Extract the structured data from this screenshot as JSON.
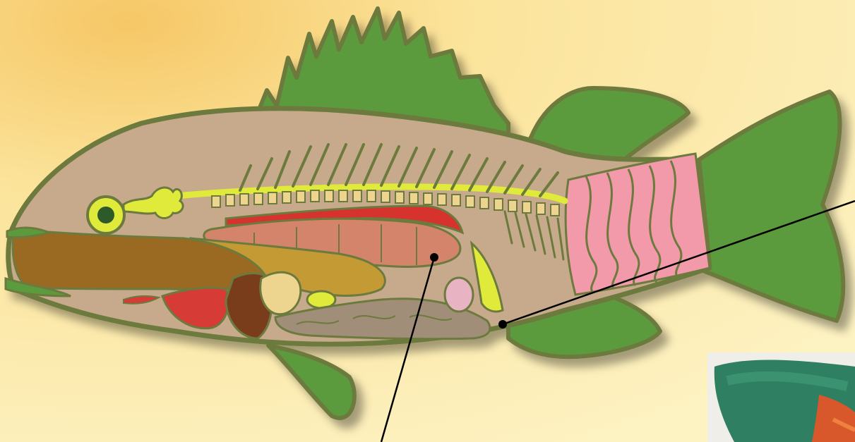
{
  "diagram": {
    "subject": "fish-internal-anatomy",
    "labels": [],
    "colors": {
      "background_light": "#fdf1b8",
      "background_warm": "#f7cf6e",
      "outline": "#6d7a3e",
      "fins": "#5a9a3c",
      "body": "#c6aa8b",
      "spine": "#eed58f",
      "nerve": "#e0ea3a",
      "swim_bladder": "#d4846a",
      "kidney": "#d6302e",
      "liver": "#c49a34",
      "heart": "#d63a35",
      "spleen": "#7a3c1f",
      "intestine": "#a08e78",
      "gonad": "#e8b3c2",
      "muscle": "#f09aa8",
      "mouth": "#9a6a22"
    },
    "leader_lines": [
      {
        "target": "swim-bladder"
      },
      {
        "target": "vent"
      }
    ],
    "inset_photo": {
      "visible": true
    }
  }
}
